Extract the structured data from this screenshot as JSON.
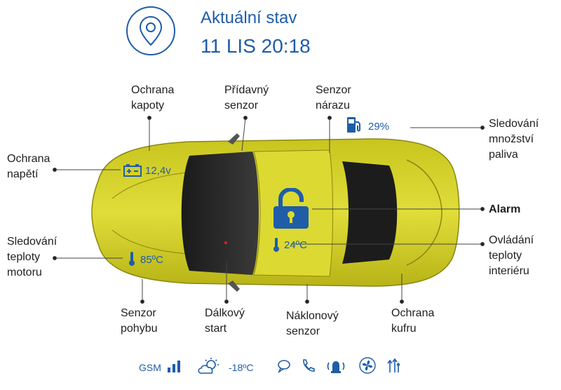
{
  "header": {
    "title": "Aktuální stav",
    "datetime": "11 LIS 20:18"
  },
  "labels": {
    "hood": "Ochrana\nkapoty",
    "extra_sensor": "Přídavný\nsenzor",
    "impact_sensor": "Senzor\nnárazu",
    "fuel_monitor": "Sledování\nmnožství\npaliva",
    "voltage": "Ochrana\nnapětí",
    "alarm": "Alarm",
    "engine_temp": "Sledování\nteploty\nmotoru",
    "interior_temp": "Ovládání\nteploty\ninteriéru",
    "motion_sensor": "Senzor\npohybu",
    "remote_start": "Dálkový\nstart",
    "tilt_sensor": "Náklonový\nsenzor",
    "trunk": "Ochrana\nkufru"
  },
  "values": {
    "voltage": "12,4v",
    "fuel": "29%",
    "engine_temp": "85ºC",
    "interior_temp": "24ºC"
  },
  "status_bar": {
    "gsm": "GSM",
    "outside_temp": "-18ºC"
  },
  "colors": {
    "accent": "#1f5da8",
    "car_body": "#d9d62a",
    "line": "#333333"
  }
}
